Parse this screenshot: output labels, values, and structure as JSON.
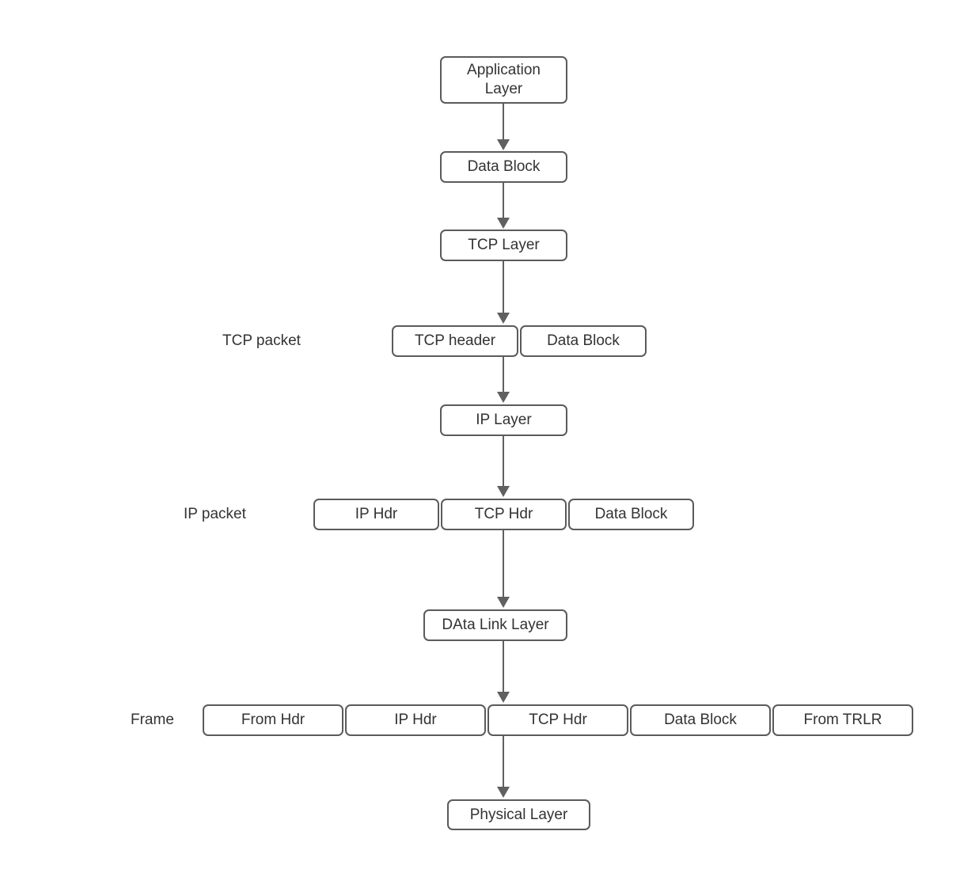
{
  "colors": {
    "background": "#ffffff",
    "box_border": "#5b5b5b",
    "box_fill": "#ffffff",
    "text": "#333333",
    "arrow": "#606060"
  },
  "flow_nodes": {
    "application_layer": "Application Layer",
    "app_data_block": "Data Block",
    "tcp_layer": "TCP Layer",
    "ip_layer": "IP Layer",
    "data_link_layer": "DAta Link Layer",
    "physical_layer": "Physical Layer"
  },
  "tcp_packet": {
    "label": "TCP packet",
    "segments": [
      "TCP header",
      "Data Block"
    ]
  },
  "ip_packet": {
    "label": "IP packet",
    "segments": [
      "IP Hdr",
      "TCP Hdr",
      "Data Block"
    ]
  },
  "frame": {
    "label": "Frame",
    "segments": [
      "From Hdr",
      "IP Hdr",
      "TCP Hdr",
      "Data Block",
      "From TRLR"
    ]
  }
}
